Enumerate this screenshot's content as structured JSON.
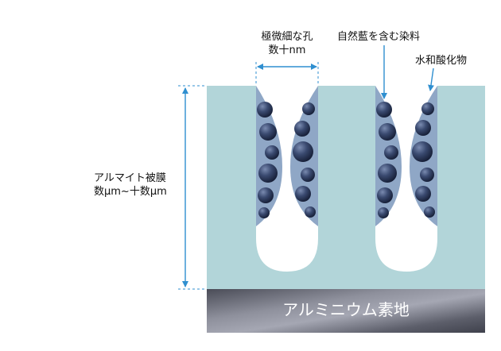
{
  "labels": {
    "pore_size": [
      "極微細な孔",
      "数十nm"
    ],
    "dye": "自然藍を含む染料",
    "hydrate": "水和酸化物",
    "film": [
      "アルマイト被膜",
      "数μm~十数μm"
    ],
    "substrate": "アルミニウム素地"
  },
  "colors": {
    "film": "#b2d5d9",
    "pore_fill": "#ffffff",
    "hydrate": "#8fa7c6",
    "particle_dark": "#1e2a45",
    "particle_light": "#5a6b92",
    "dimension_arrow": "#2f8fd0",
    "substrate_dark": "#4a4c57",
    "substrate_light": "#a5a7b3",
    "text": "#111111"
  }
}
